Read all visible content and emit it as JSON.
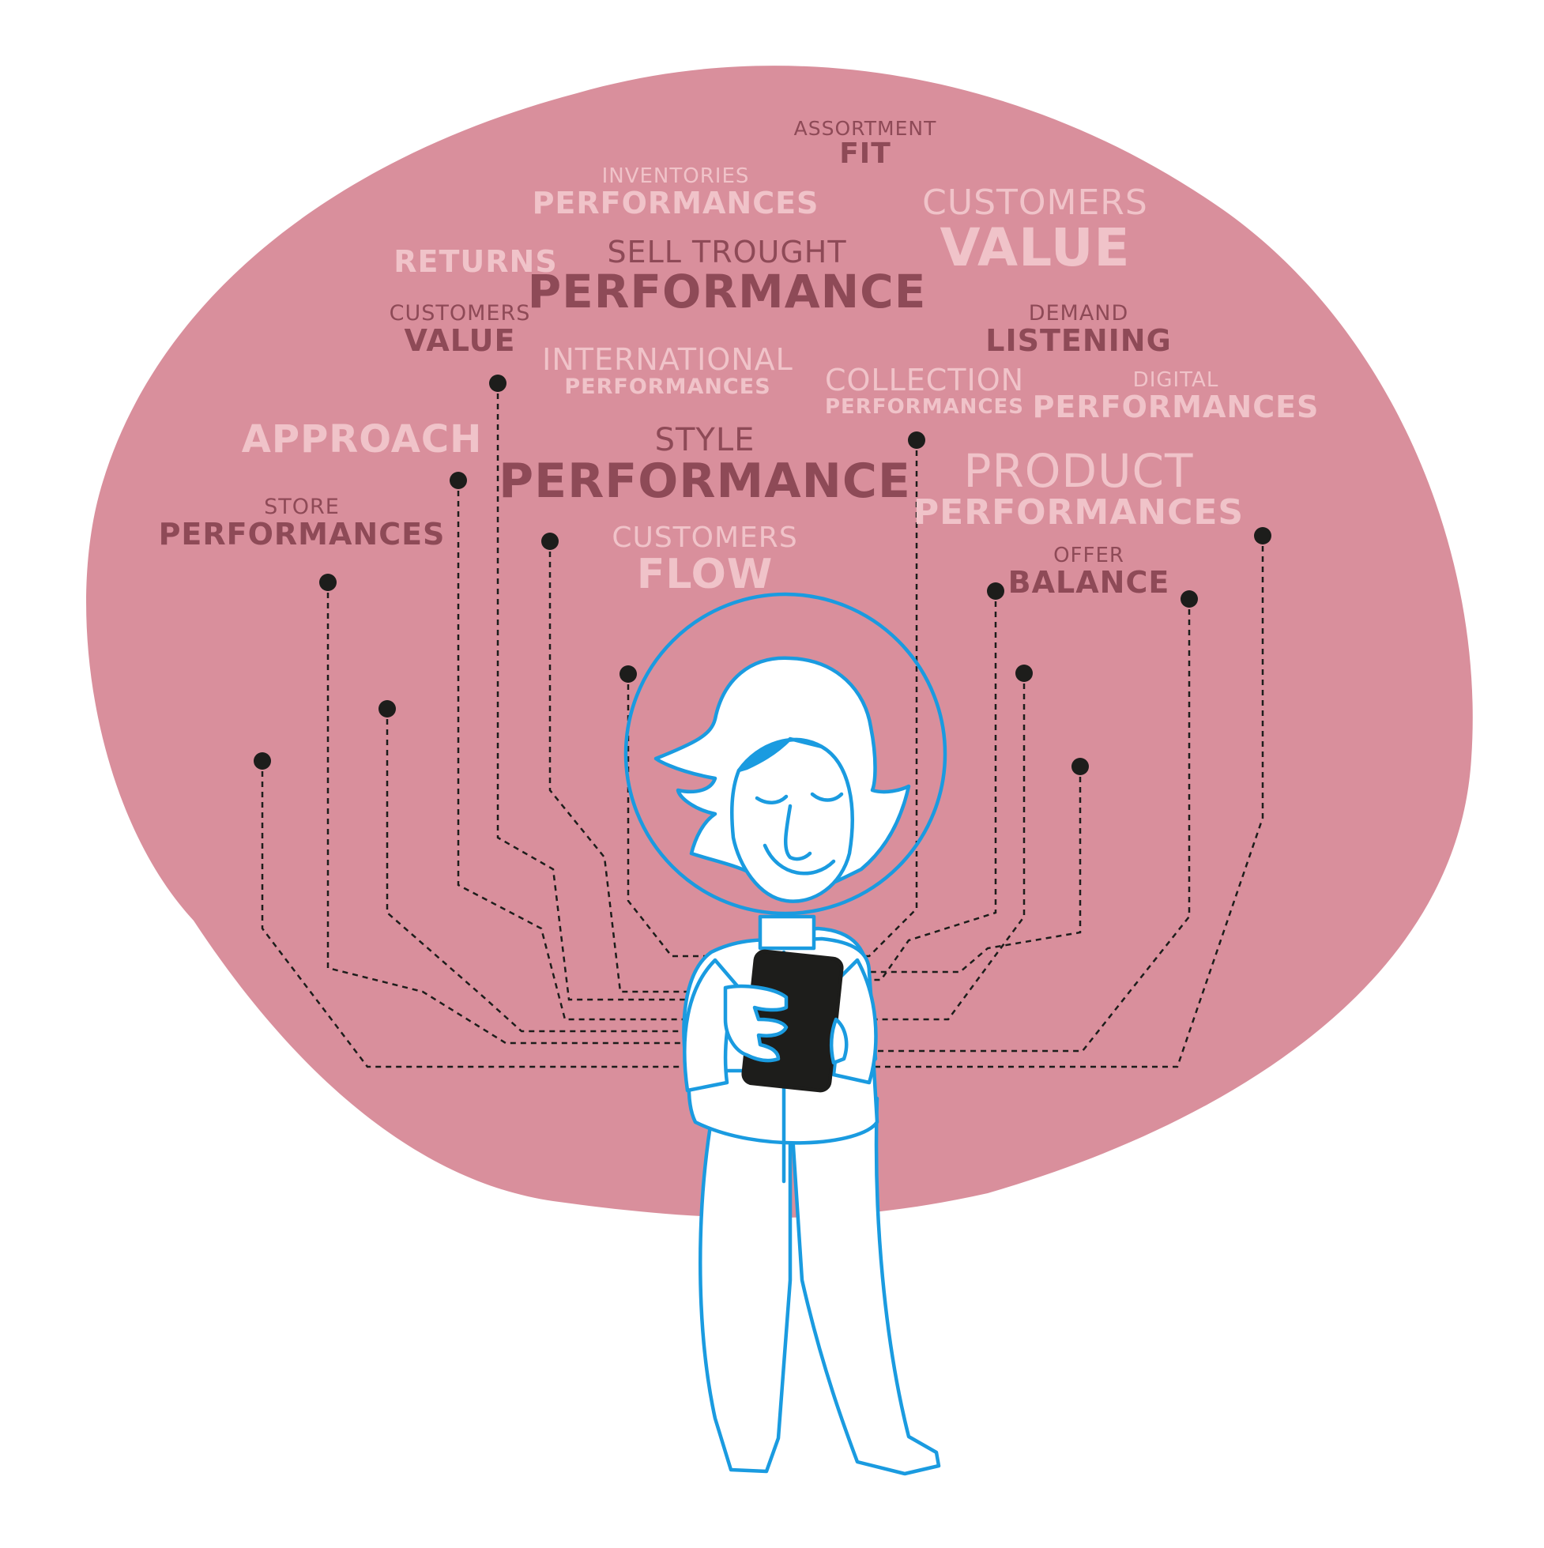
{
  "palette": {
    "blob": "#d98f9c",
    "word_dark": "#8e4a57",
    "word_light": "#f0c3c9",
    "figure_stroke": "#1a9be0",
    "figure_fill": "#ffffff",
    "tablet": "#1d1d1b",
    "wires": "#1d1d1b"
  },
  "words": [
    {
      "id": "assortment-fit",
      "small": "ASSORTMENT",
      "big": "FIT",
      "tone": "dark"
    },
    {
      "id": "inventories-performances",
      "small": "INVENTORIES",
      "big": "PERFORMANCES",
      "tone": "light"
    },
    {
      "id": "customers-value-large",
      "small": "CUSTOMERS",
      "big": "VALUE",
      "tone": "light"
    },
    {
      "id": "returns",
      "small": "",
      "big": "RETURNS",
      "tone": "light"
    },
    {
      "id": "sell-trought-performance",
      "small": "SELL TROUGHT",
      "big": "PERFORMANCE",
      "tone": "dark"
    },
    {
      "id": "customers-value-small",
      "small": "CUSTOMERS",
      "big": "VALUE",
      "tone": "dark"
    },
    {
      "id": "demand-listening",
      "small": "DEMAND",
      "big": "LISTENING",
      "tone": "dark"
    },
    {
      "id": "international-performances",
      "small": "INTERNATIONAL",
      "big": "PERFORMANCES",
      "tone": "light"
    },
    {
      "id": "collection-performances",
      "small": "COLLECTION",
      "big": "PERFORMANCES",
      "tone": "light"
    },
    {
      "id": "digital-performances",
      "small": "DIGITAL",
      "big": "PERFORMANCES",
      "tone": "light"
    },
    {
      "id": "approach",
      "small": "",
      "big": "APPROACH",
      "tone": "light"
    },
    {
      "id": "style-performance",
      "small": "STYLE",
      "big": "PERFORMANCE",
      "tone": "dark"
    },
    {
      "id": "product-performances",
      "small": "PRODUCT",
      "big": "PERFORMANCES",
      "tone": "light"
    },
    {
      "id": "store-performances",
      "small": "STORE",
      "big": "PERFORMANCES",
      "tone": "dark"
    },
    {
      "id": "customers-flow",
      "small": "CUSTOMERS",
      "big": "FLOW",
      "tone": "light"
    },
    {
      "id": "offer-balance",
      "small": "OFFER",
      "big": "BALANCE",
      "tone": "dark"
    }
  ]
}
